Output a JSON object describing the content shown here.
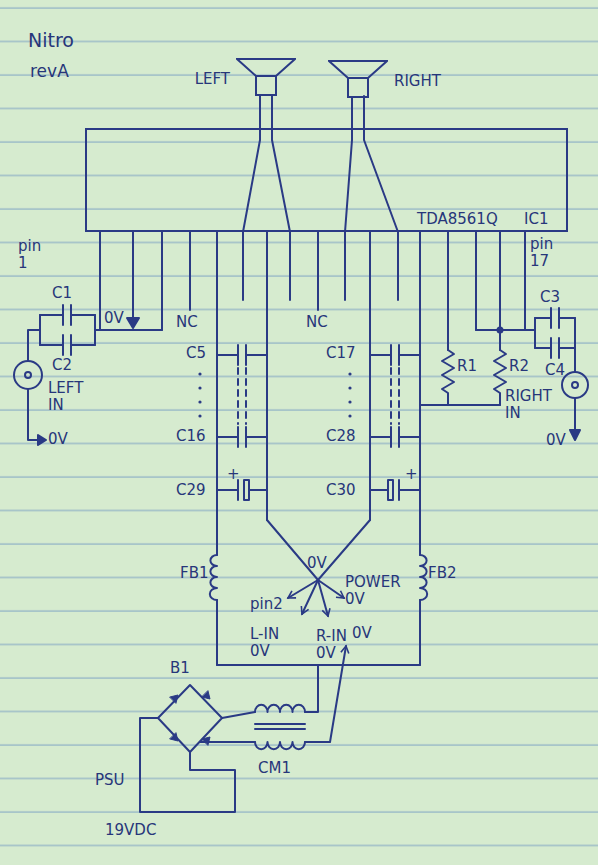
{
  "diagram": {
    "nodes": [
      {
        "text": [
          "TDA8561Q",
          "IC1"
        ]
      },
      {
        "text": [
          "LEFT"
        ]
      },
      {
        "text": [
          "RIGHT"
        ]
      }
    ],
    "edges": [
      {
        "from": 1,
        "to": 0,
        "arrow": "none"
      },
      {
        "from": 2,
        "to": 0,
        "arrow": "none"
      }
    ],
    "labels": [
      "Nitro",
      "revA",
      "pin 1",
      "pin 17",
      "C1",
      "C2",
      "LEFT IN",
      "0V",
      "0V",
      "NC",
      "C5",
      "C16",
      "C29",
      "NC",
      "C17",
      "C28",
      "C30",
      "R1",
      "R2",
      "C3",
      "C4",
      "RIGHT IN",
      "0V",
      "+",
      "+",
      "FB1",
      "FB2",
      "0V",
      "pin2",
      "POWER 0V",
      "L-IN 0V",
      "R-IN 0V",
      "B1",
      "CM1",
      "0V",
      "PSU",
      "19VDC"
    ]
  }
}
